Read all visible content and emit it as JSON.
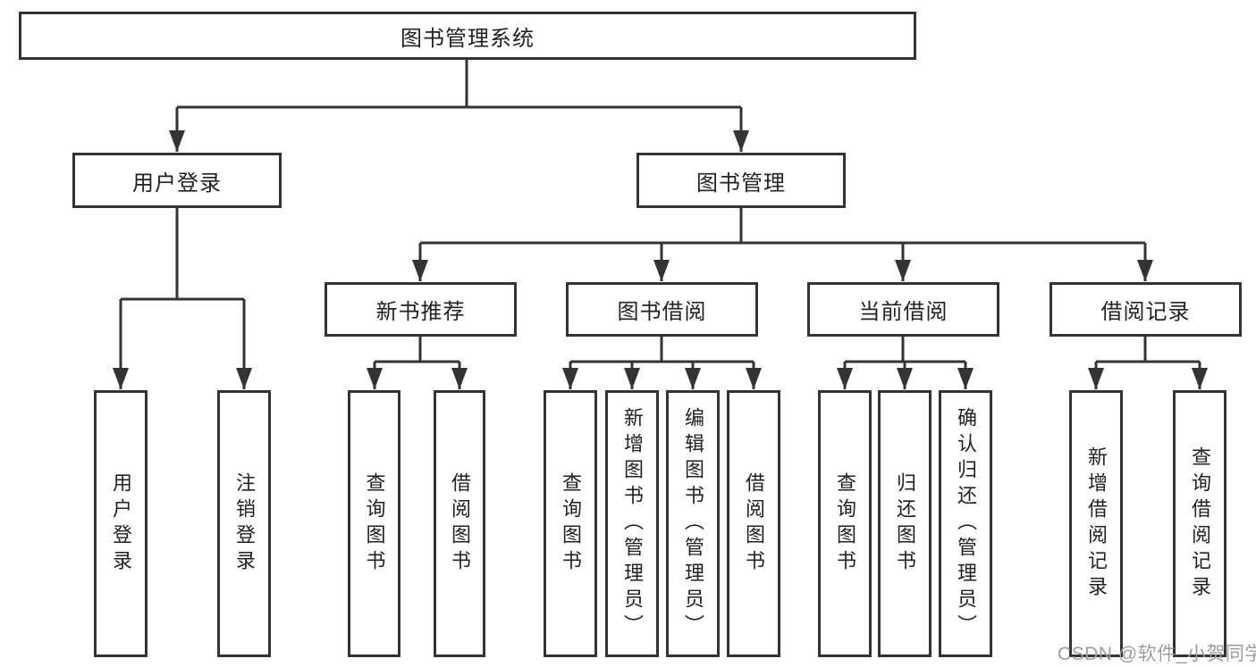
{
  "tree": {
    "root": {
      "label": "图书管理系统",
      "children": [
        {
          "label": "用户登录",
          "children": [
            {
              "label": "用户登录"
            },
            {
              "label": "注销登录"
            }
          ]
        },
        {
          "label": "图书管理",
          "children": [
            {
              "label": "新书推荐",
              "children": [
                {
                  "label": "查询图书"
                },
                {
                  "label": "借阅图书"
                }
              ]
            },
            {
              "label": "图书借阅",
              "children": [
                {
                  "label": "查询图书"
                },
                {
                  "label": "新增图书（管理员）"
                },
                {
                  "label": "编辑图书（管理员）"
                },
                {
                  "label": "借阅图书"
                }
              ]
            },
            {
              "label": "当前借阅",
              "children": [
                {
                  "label": "查询图书"
                },
                {
                  "label": "归还图书"
                },
                {
                  "label": "确认归还（管理员）"
                }
              ]
            },
            {
              "label": "借阅记录",
              "children": [
                {
                  "label": "新增借阅记录"
                },
                {
                  "label": "查询借阅记录"
                }
              ]
            }
          ]
        }
      ]
    }
  },
  "watermark": {
    "text": "CSDN @软件_小贺同学"
  },
  "colors": {
    "line": "#333333",
    "box_border": "#333333",
    "text": "#222222",
    "watermark": "#9e9e9e",
    "background": "#ffffff"
  }
}
